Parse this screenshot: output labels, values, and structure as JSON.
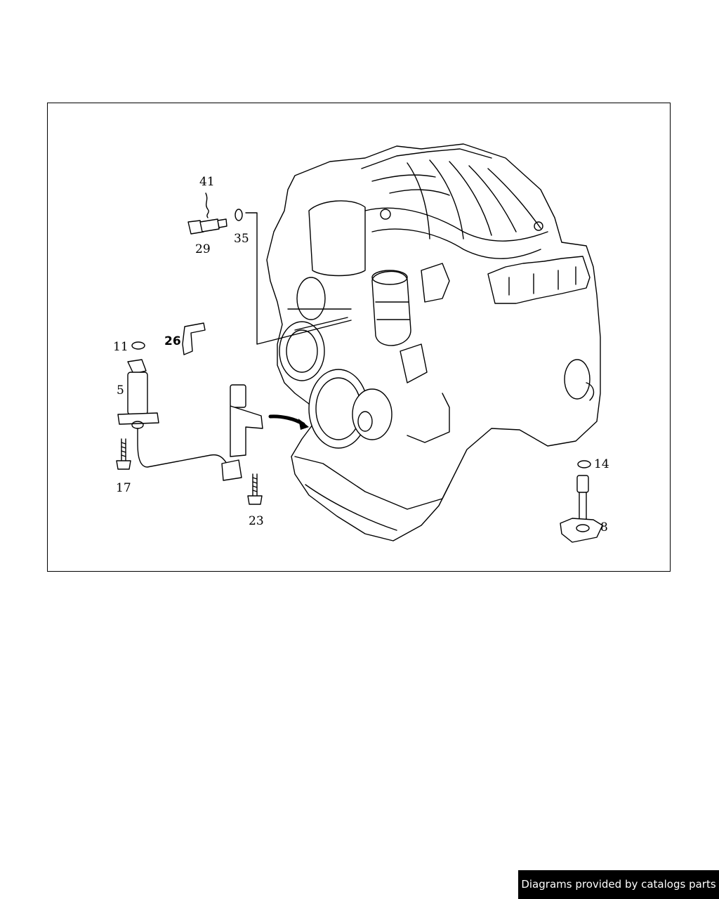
{
  "diagram": {
    "callouts": {
      "c41": "41",
      "c29": "29",
      "c35": "35",
      "c26": "26",
      "c11": "11",
      "c5": "5",
      "c17": "17",
      "c23": "23",
      "c14": "14",
      "c8": "8"
    }
  },
  "credit": {
    "text": "Diagrams provided by catalogs parts"
  },
  "colors": {
    "line": "#000000",
    "background": "#ffffff",
    "badge_background": "#000000",
    "badge_text": "#ffffff"
  }
}
